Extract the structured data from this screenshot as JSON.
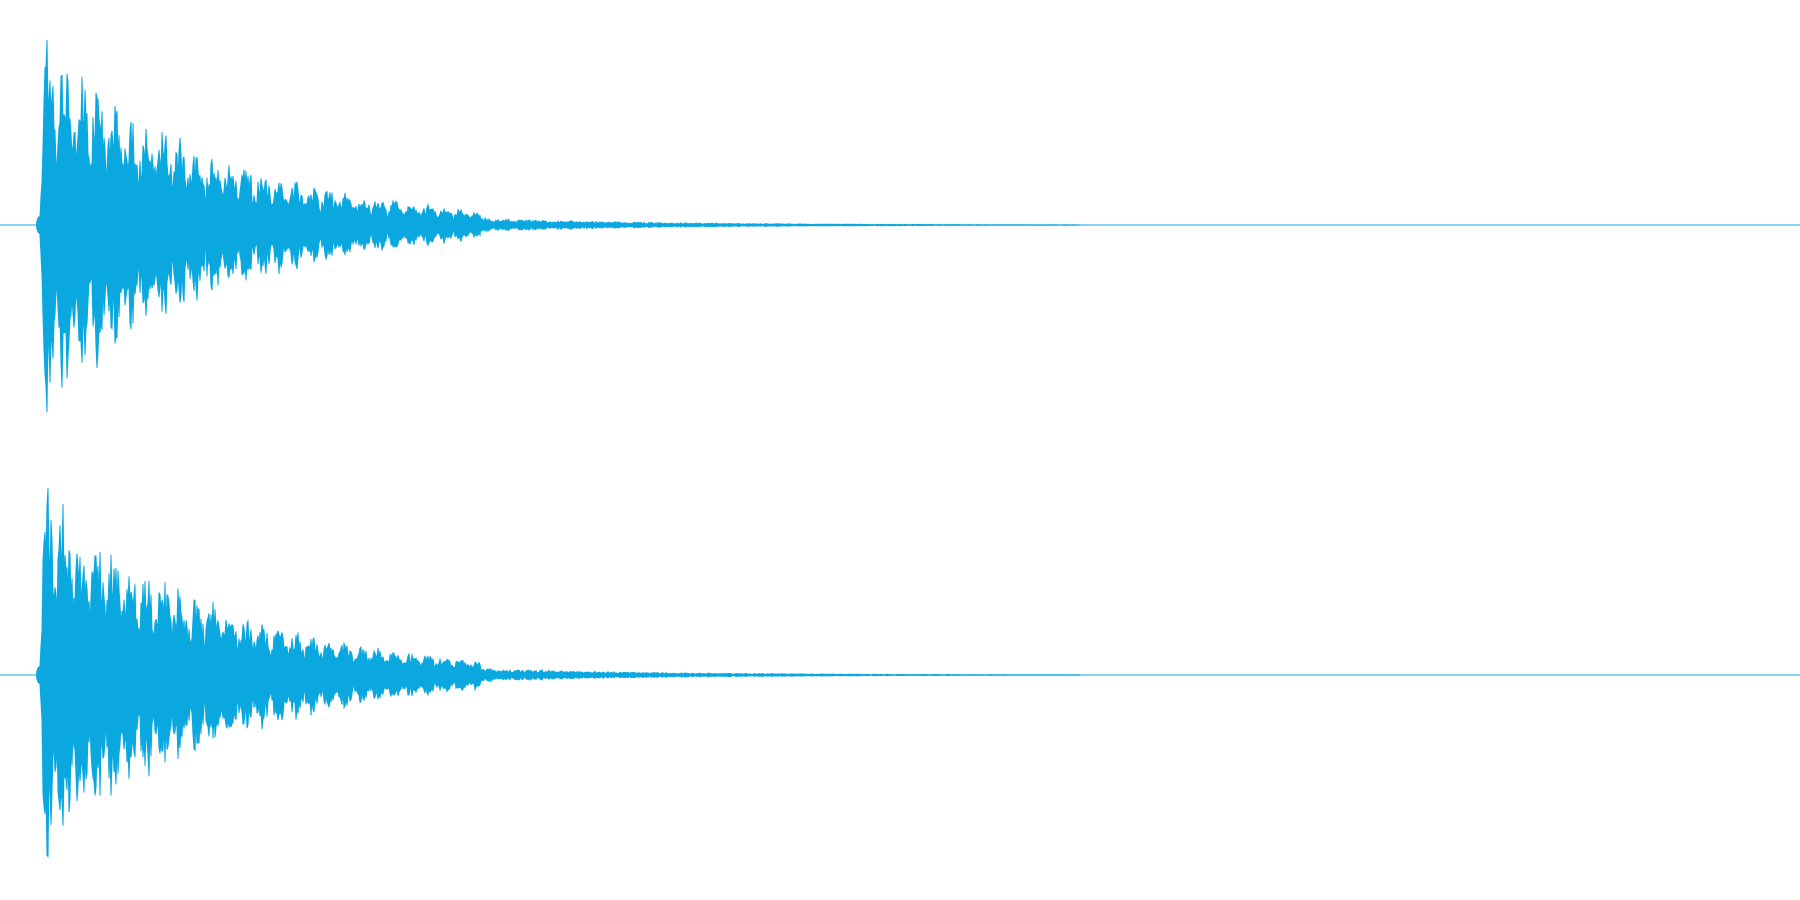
{
  "view": {
    "type": "stereo-waveform",
    "channels": [
      {
        "name": "",
        "attack_offset_fraction": 0.0,
        "peak_level": 0.99,
        "decay_tail_end_fraction": 0.6
      },
      {
        "name": "",
        "attack_offset_fraction": 0.0,
        "peak_level": 0.99,
        "decay_tail_end_fraction": 0.59
      }
    ]
  },
  "colors": {
    "background": "#ffffff",
    "waveform": "#0ba8e0",
    "centerline": "#0ba8e0"
  }
}
